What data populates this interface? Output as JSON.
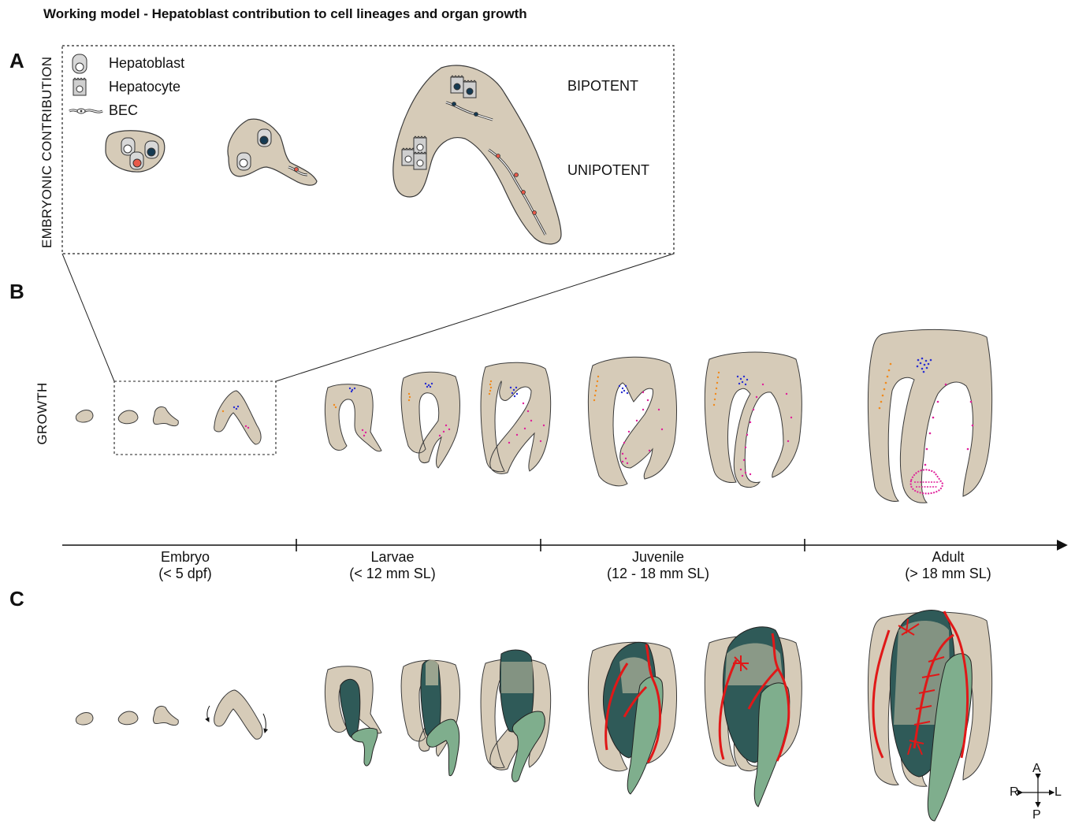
{
  "title": "Working model - Hepatoblast contribution to cell lineages and organ growth",
  "panels": {
    "a": "A",
    "b": "B",
    "c": "C"
  },
  "side_labels": {
    "embryonic": "EMBRYONIC CONTRIBUTION",
    "growth": "GROWTH"
  },
  "legend": {
    "hepatoblast": "Hepatoblast",
    "hepatocyte": "Hepatocyte",
    "bec": "BEC"
  },
  "potency": {
    "bipotent": "BIPOTENT",
    "unipotent": "UNIPOTENT"
  },
  "stages": [
    {
      "name": "Embryo",
      "range": "(< 5 dpf)"
    },
    {
      "name": "Larvae",
      "range": "(< 12 mm SL)"
    },
    {
      "name": "Juvenile",
      "range": "(12 - 18 mm SL)"
    },
    {
      "name": "Adult",
      "range": "(> 18 mm SL)"
    }
  ],
  "compass": {
    "anterior": "A",
    "posterior": "P",
    "right": "R",
    "left": "L"
  },
  "colors": {
    "liver": "#d6cbb8",
    "outline": "#3a3a3a",
    "dark_lobe": "#2f5a58",
    "green_lobe": "#7fae8d",
    "vessel": "#e01818",
    "orange_cells": "#f08a1c",
    "blue_cells": "#2a2fd0",
    "pink_cells": "#e0209a",
    "nucleus_dark": "#153a52",
    "nucleus_red": "#e85a4a"
  }
}
